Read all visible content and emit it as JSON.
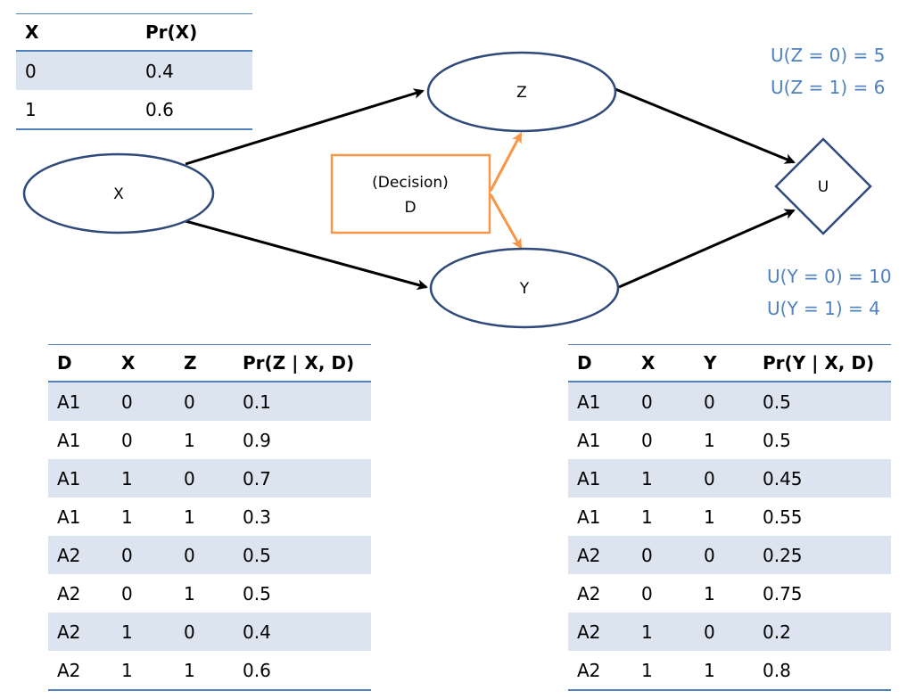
{
  "nodes": {
    "x": "X",
    "z": "Z",
    "y": "Y",
    "u": "U",
    "decision_line1": "(Decision)",
    "decision_line2": "D"
  },
  "colors": {
    "node_stroke": "#2f4a7a",
    "decision_stroke": "#f79646",
    "utility_text": "#4f81bd",
    "row_shade": "#dce4f0"
  },
  "prior_table": {
    "headers": [
      "X",
      "Pr(X)"
    ],
    "rows": [
      [
        "0",
        "0.4"
      ],
      [
        "1",
        "0.6"
      ]
    ]
  },
  "z_table": {
    "headers": [
      "D",
      "X",
      "Z",
      "Pr(Z | X, D)"
    ],
    "rows": [
      [
        "A1",
        "0",
        "0",
        "0.1"
      ],
      [
        "A1",
        "0",
        "1",
        "0.9"
      ],
      [
        "A1",
        "1",
        "0",
        "0.7"
      ],
      [
        "A1",
        "1",
        "1",
        "0.3"
      ],
      [
        "A2",
        "0",
        "0",
        "0.5"
      ],
      [
        "A2",
        "0",
        "1",
        "0.5"
      ],
      [
        "A2",
        "1",
        "0",
        "0.4"
      ],
      [
        "A2",
        "1",
        "1",
        "0.6"
      ]
    ]
  },
  "y_table": {
    "headers": [
      "D",
      "X",
      "Y",
      "Pr(Y | X, D)"
    ],
    "rows": [
      [
        "A1",
        "0",
        "0",
        "0.5"
      ],
      [
        "A1",
        "0",
        "1",
        "0.5"
      ],
      [
        "A1",
        "1",
        "0",
        "0.45"
      ],
      [
        "A1",
        "1",
        "1",
        "0.55"
      ],
      [
        "A2",
        "0",
        "0",
        "0.25"
      ],
      [
        "A2",
        "0",
        "1",
        "0.75"
      ],
      [
        "A2",
        "1",
        "0",
        "0.2"
      ],
      [
        "A2",
        "1",
        "1",
        "0.8"
      ]
    ]
  },
  "utilities": {
    "z0": "U(Z = 0) = 5",
    "z1": "U(Z = 1) = 6",
    "y0": "U(Y = 0) = 10",
    "y1": "U(Y = 1) = 4"
  }
}
